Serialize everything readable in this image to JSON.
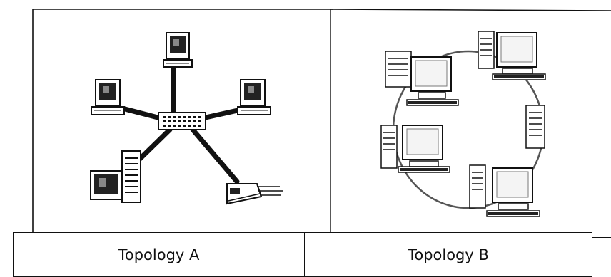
{
  "captions": {
    "a": "Topology A",
    "b": "Topology B"
  },
  "diagram_a": {
    "topology": "star",
    "hub": "hub",
    "nodes": [
      "computer-top",
      "computer-left",
      "computer-right",
      "server-bottom-left",
      "printer-bottom-right"
    ]
  },
  "diagram_b": {
    "topology": "ring",
    "nodes": [
      "computer-top-left",
      "computer-top-right",
      "tower-right",
      "computer-bottom-right",
      "computer-bottom-left"
    ]
  },
  "colors": {
    "ink": "#111111",
    "screen_dark": "#222222",
    "paper": "#ffffff"
  }
}
